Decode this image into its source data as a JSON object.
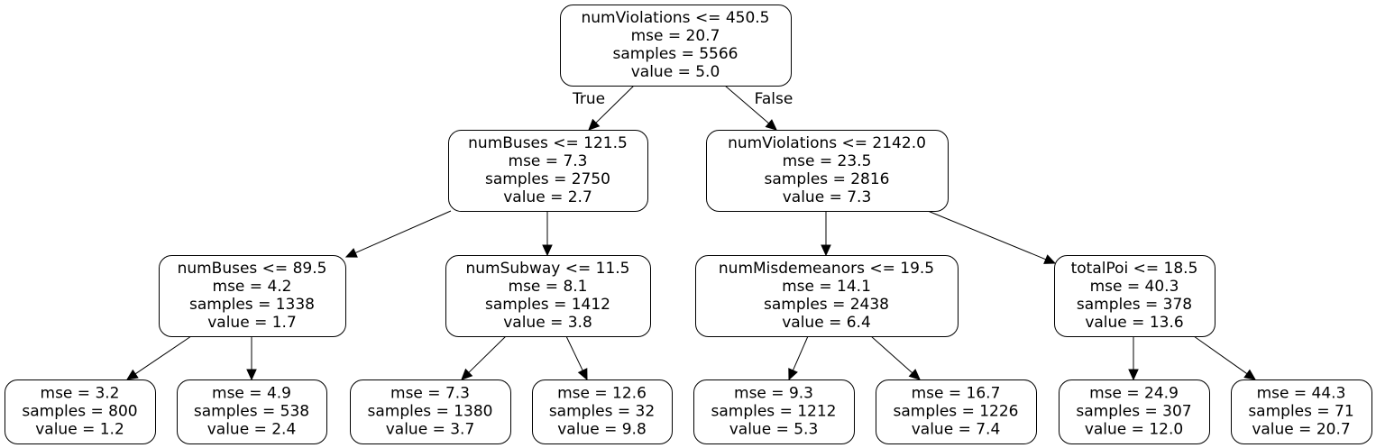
{
  "tree": {
    "nodes": [
      {
        "id": "n0",
        "lines": [
          "numViolations <= 450.5",
          "mse = 20.7",
          "samples = 5566",
          "value = 5.0"
        ]
      },
      {
        "id": "n1",
        "lines": [
          "numBuses <= 121.5",
          "mse = 7.3",
          "samples = 2750",
          "value = 2.7"
        ]
      },
      {
        "id": "n2",
        "lines": [
          "numViolations <= 2142.0",
          "mse = 23.5",
          "samples = 2816",
          "value = 7.3"
        ]
      },
      {
        "id": "n3",
        "lines": [
          "numBuses <= 89.5",
          "mse = 4.2",
          "samples = 1338",
          "value = 1.7"
        ]
      },
      {
        "id": "n4",
        "lines": [
          "numSubway <= 11.5",
          "mse = 8.1",
          "samples = 1412",
          "value = 3.8"
        ]
      },
      {
        "id": "n5",
        "lines": [
          "numMisdemeanors <= 19.5",
          "mse = 14.1",
          "samples = 2438",
          "value = 6.4"
        ]
      },
      {
        "id": "n6",
        "lines": [
          "totalPoi <= 18.5",
          "mse = 40.3",
          "samples = 378",
          "value = 13.6"
        ]
      },
      {
        "id": "n7",
        "lines": [
          "mse = 3.2",
          "samples = 800",
          "value = 1.2"
        ]
      },
      {
        "id": "n8",
        "lines": [
          "mse = 4.9",
          "samples = 538",
          "value = 2.4"
        ]
      },
      {
        "id": "n9",
        "lines": [
          "mse = 7.3",
          "samples = 1380",
          "value = 3.7"
        ]
      },
      {
        "id": "n10",
        "lines": [
          "mse = 12.6",
          "samples = 32",
          "value = 9.8"
        ]
      },
      {
        "id": "n11",
        "lines": [
          "mse = 9.3",
          "samples = 1212",
          "value = 5.3"
        ]
      },
      {
        "id": "n12",
        "lines": [
          "mse = 16.7",
          "samples = 1226",
          "value = 7.4"
        ]
      },
      {
        "id": "n13",
        "lines": [
          "mse = 24.9",
          "samples = 307",
          "value = 12.0"
        ]
      },
      {
        "id": "n14",
        "lines": [
          "mse = 44.3",
          "samples = 71",
          "value = 20.7"
        ]
      }
    ],
    "edges": [
      {
        "from": "n0",
        "to": "n1",
        "label": "True"
      },
      {
        "from": "n0",
        "to": "n2",
        "label": "False"
      },
      {
        "from": "n1",
        "to": "n3"
      },
      {
        "from": "n1",
        "to": "n4"
      },
      {
        "from": "n2",
        "to": "n5"
      },
      {
        "from": "n2",
        "to": "n6"
      },
      {
        "from": "n3",
        "to": "n7"
      },
      {
        "from": "n3",
        "to": "n8"
      },
      {
        "from": "n4",
        "to": "n9"
      },
      {
        "from": "n4",
        "to": "n10"
      },
      {
        "from": "n5",
        "to": "n11"
      },
      {
        "from": "n5",
        "to": "n12"
      },
      {
        "from": "n6",
        "to": "n13"
      },
      {
        "from": "n6",
        "to": "n14"
      }
    ]
  }
}
